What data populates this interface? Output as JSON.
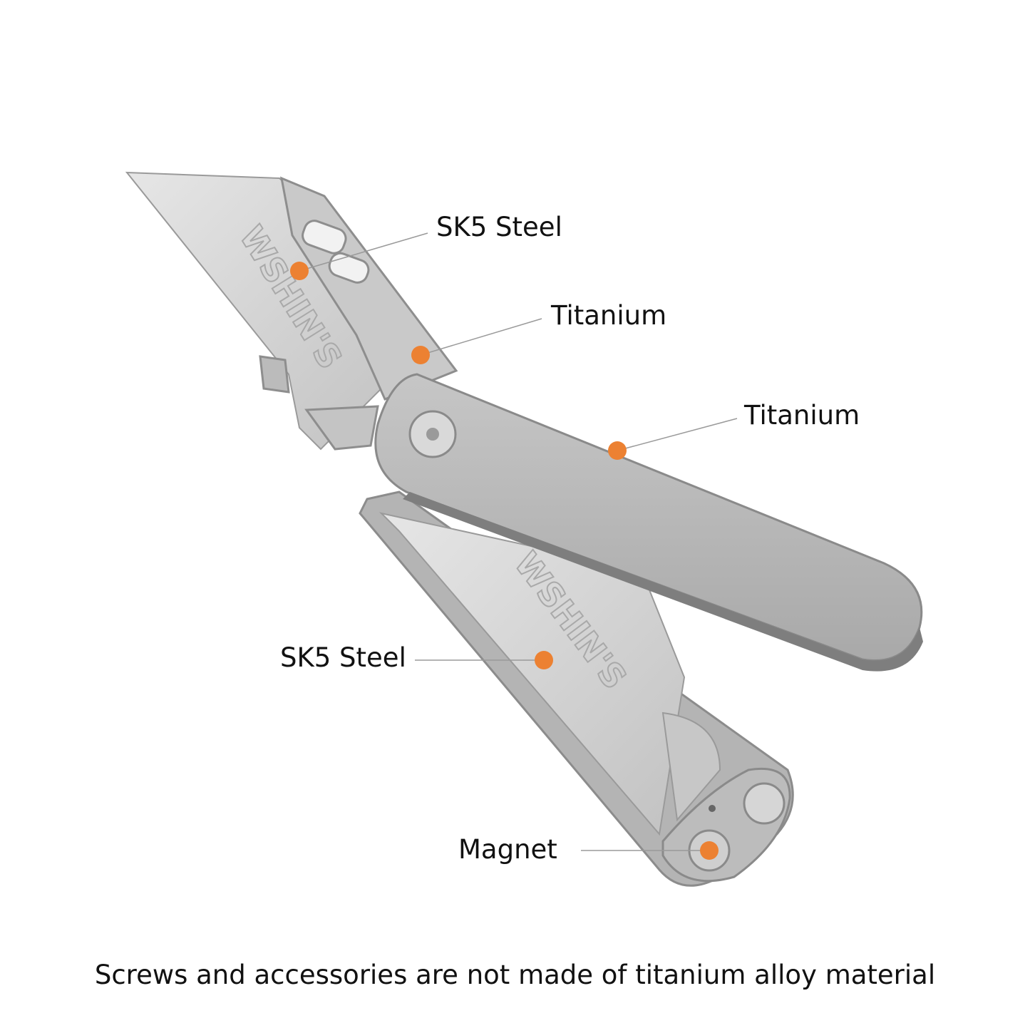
{
  "colors": {
    "marker": "#ec8132",
    "leader_line": "#9a9a9a",
    "blade": "#d8d8d8",
    "titanium": "#b9b9b9",
    "titanium_edge": "#8c8c8c",
    "text": "#111111"
  },
  "callouts": [
    {
      "id": "sk5-top",
      "text": "SK5 Steel"
    },
    {
      "id": "titanium-1",
      "text": "Titanium"
    },
    {
      "id": "titanium-2",
      "text": "Titanium"
    },
    {
      "id": "sk5-bottom",
      "text": "SK5 Steel"
    },
    {
      "id": "magnet",
      "text": "Magnet"
    }
  ],
  "blade_brand": "WSHIN'S",
  "footnote": "Screws and accessories are not made of titanium alloy material"
}
